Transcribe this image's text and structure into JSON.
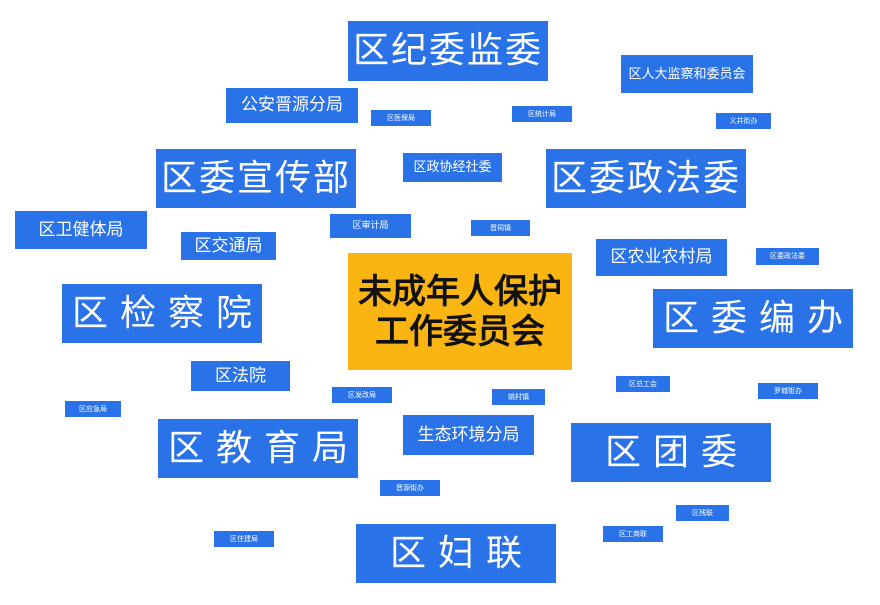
{
  "center": "未成年人保护工作委员会",
  "nodes": {
    "jiwei": "区纪委监委",
    "renda": "区人大监察和委员会",
    "gongan": "公安晋源分局",
    "yibao": "区医保局",
    "tongji": "区统计局",
    "yijing": "义井街办",
    "xuanchuan": "区委宣传部",
    "zhengxie": "区政协经社委",
    "zhengfa": "区委政法委",
    "weijian": "区卫健体局",
    "shenji": "区审计局",
    "jinci": "晋祠镇",
    "jiaotong": "区交通局",
    "nongye": "区农业农村局",
    "ziyuan": "区委政法委",
    "jianchayuan": "区检察院",
    "bianban": "区委编办",
    "fayuan": "区法院",
    "zonggonghui": "区总工会",
    "fagai": "区发改局",
    "yaocun": "姚村镇",
    "luocheng": "罗城街办",
    "yingji": "区应急局",
    "shengtai": "生态环境分局",
    "jiaoyu": "区教育局",
    "tuanwei": "区团委",
    "jinyuan": "晋源街办",
    "canlian": "区残联",
    "zhujian": "区住建局",
    "gongshanglian": "区工商联",
    "fulian": "区妇联"
  }
}
